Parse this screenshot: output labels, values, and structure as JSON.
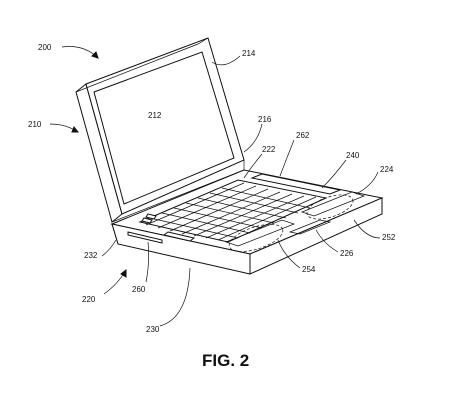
{
  "figure": {
    "caption": "FIG. 2",
    "reference_numerals": {
      "laptop": "200",
      "lid": "210",
      "screen": "212",
      "lid_surface": "214",
      "hinge_area": "216",
      "base": "220",
      "keyboard": "222",
      "palm_rest_right": "224",
      "touch_area_right": "226",
      "front_face": "230",
      "front_edge": "232",
      "deck_surface": "240",
      "right_sensor": "252",
      "center_sensor": "254",
      "left_port": "260",
      "top_strip": "262"
    }
  }
}
